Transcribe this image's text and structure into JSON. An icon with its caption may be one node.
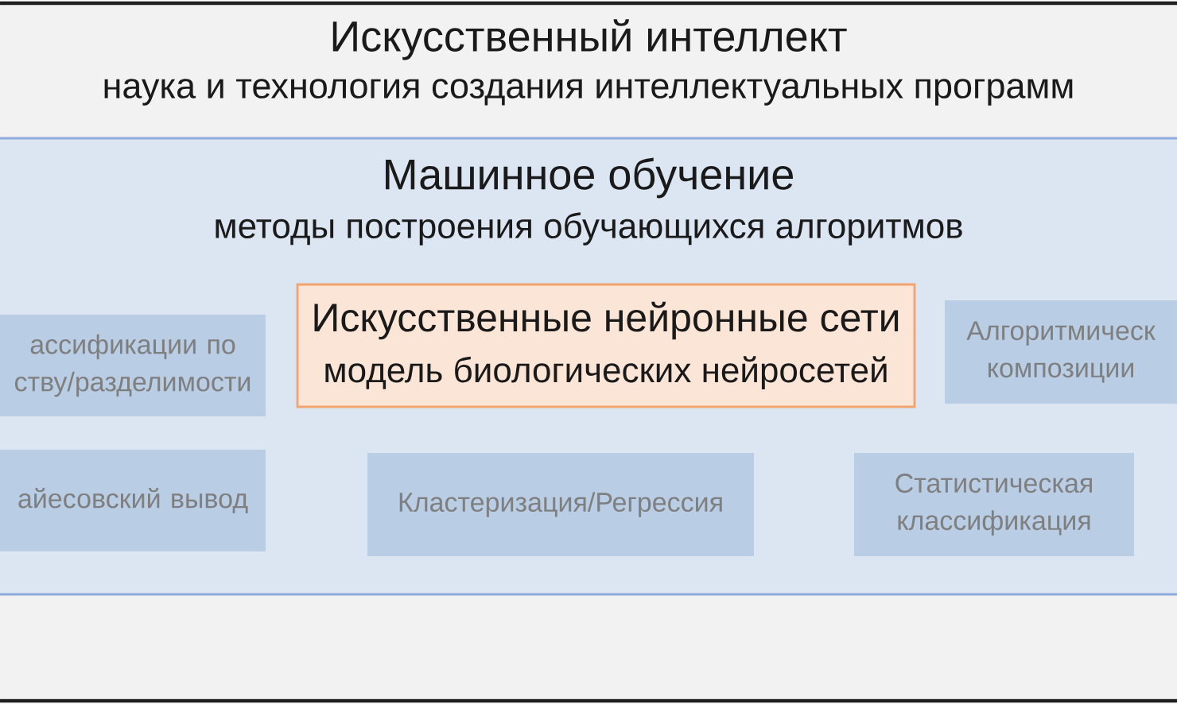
{
  "diagram": {
    "nodes": [
      {
        "text": [
          "Искусственный интеллект",
          "наука и технология создания интеллектуальных программ"
        ]
      },
      {
        "text": [
          "Машинное обучение",
          "методы построения обучающихся алгоритмов"
        ],
        "in": 0
      },
      {
        "text": [
          "ассификации по ству/разделимости"
        ],
        "in": 1
      },
      {
        "text": [
          "Искусственные нейронные сети",
          "модель биологических нейросетей"
        ],
        "in": 1
      },
      {
        "text": [
          "Алгоритмическ композиции"
        ],
        "in": 1
      },
      {
        "text": [
          "айесовский вывод"
        ],
        "in": 1
      },
      {
        "text": [
          "Кластеризация/Регрессия"
        ],
        "in": 1
      },
      {
        "text": [
          "Статистическая классификация"
        ],
        "in": 1
      }
    ]
  }
}
